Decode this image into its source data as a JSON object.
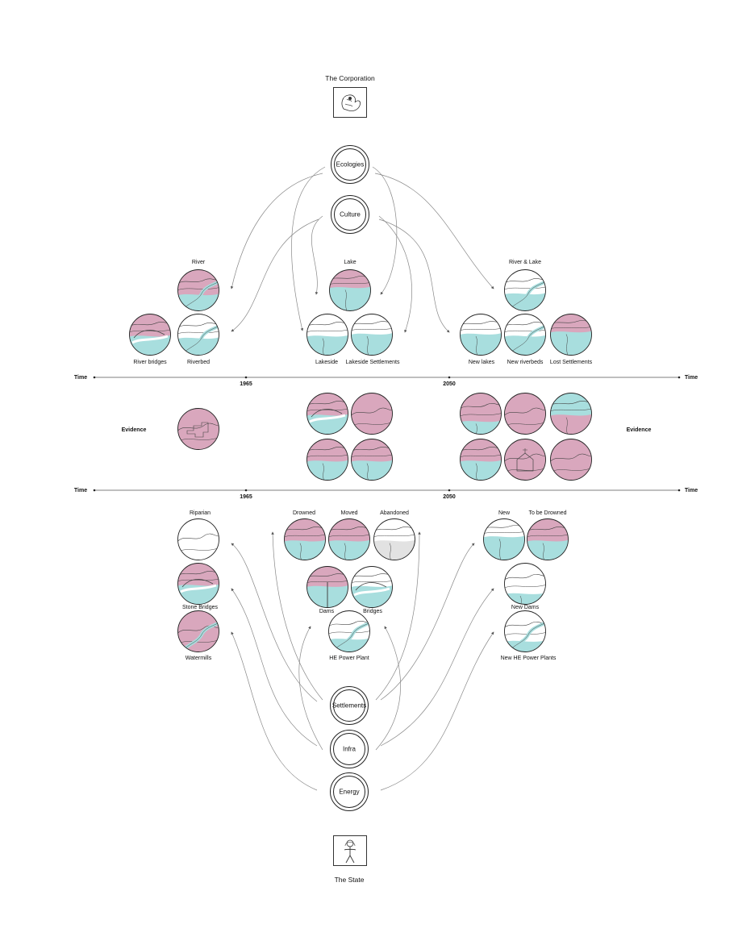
{
  "colors": {
    "pink": "#d9a7bd",
    "cyan": "#a8dede",
    "line": "#333333",
    "gray": "#e2e2e2"
  },
  "top_actor": {
    "label": "The Corporation",
    "icon": "corporation-emblem-icon"
  },
  "bottom_actor": {
    "label": "The State",
    "icon": "state-figure-icon"
  },
  "top_hubs": [
    "Ecologies",
    "Culture"
  ],
  "bottom_hubs": [
    "Settlements",
    "Infra",
    "Energy"
  ],
  "timeline": {
    "axis_label": "Time",
    "mark_1": "1965",
    "mark_2": "2050"
  },
  "evidence_label": "Evidence",
  "groups": {
    "river": "River",
    "lake": "Lake",
    "river_lake": "River & Lake",
    "riparian": "Riparian",
    "drowned": "Drowned",
    "moved": "Moved",
    "abandoned": "Abandoned",
    "new": "New",
    "to_be_drowned": "To be Drowned"
  },
  "items": {
    "river_bridges": "River bridges",
    "riverbed": "Riverbed",
    "lakeside": "Lakeside",
    "lakeside_settlements": "Lakeside Settlements",
    "new_lakes": "New lakes",
    "new_riverbeds": "New riverbeds",
    "lost_settlements": "Lost Settlements",
    "stone_bridges": "Stone Bridges",
    "watermills": "Watermills",
    "dams": "Dams",
    "bridges": "Bridges",
    "he_power_plant": "HE Power Plant",
    "new_dams": "New Dams",
    "new_he_power_plants": "New HE Power Plants"
  }
}
